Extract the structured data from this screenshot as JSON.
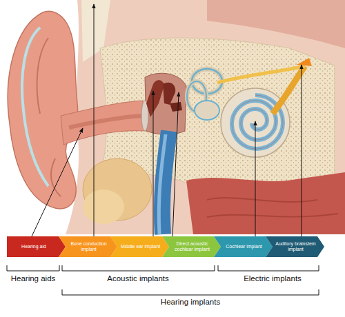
{
  "diagram": {
    "nodes": [
      {
        "text": [
          "Hearing aid"
        ]
      },
      {
        "text": [
          "Bone conduction implant"
        ]
      },
      {
        "text": [
          "Middle ear implant"
        ]
      },
      {
        "text": [
          "Direct acoustic cochlear implant"
        ]
      },
      {
        "text": [
          "Cochlear implant"
        ]
      },
      {
        "text": [
          "Auditory brainstem implant"
        ]
      }
    ],
    "labels": [
      "Hearing aids",
      "Acoustic implants",
      "Electric implants",
      "Hearing implants"
    ]
  }
}
